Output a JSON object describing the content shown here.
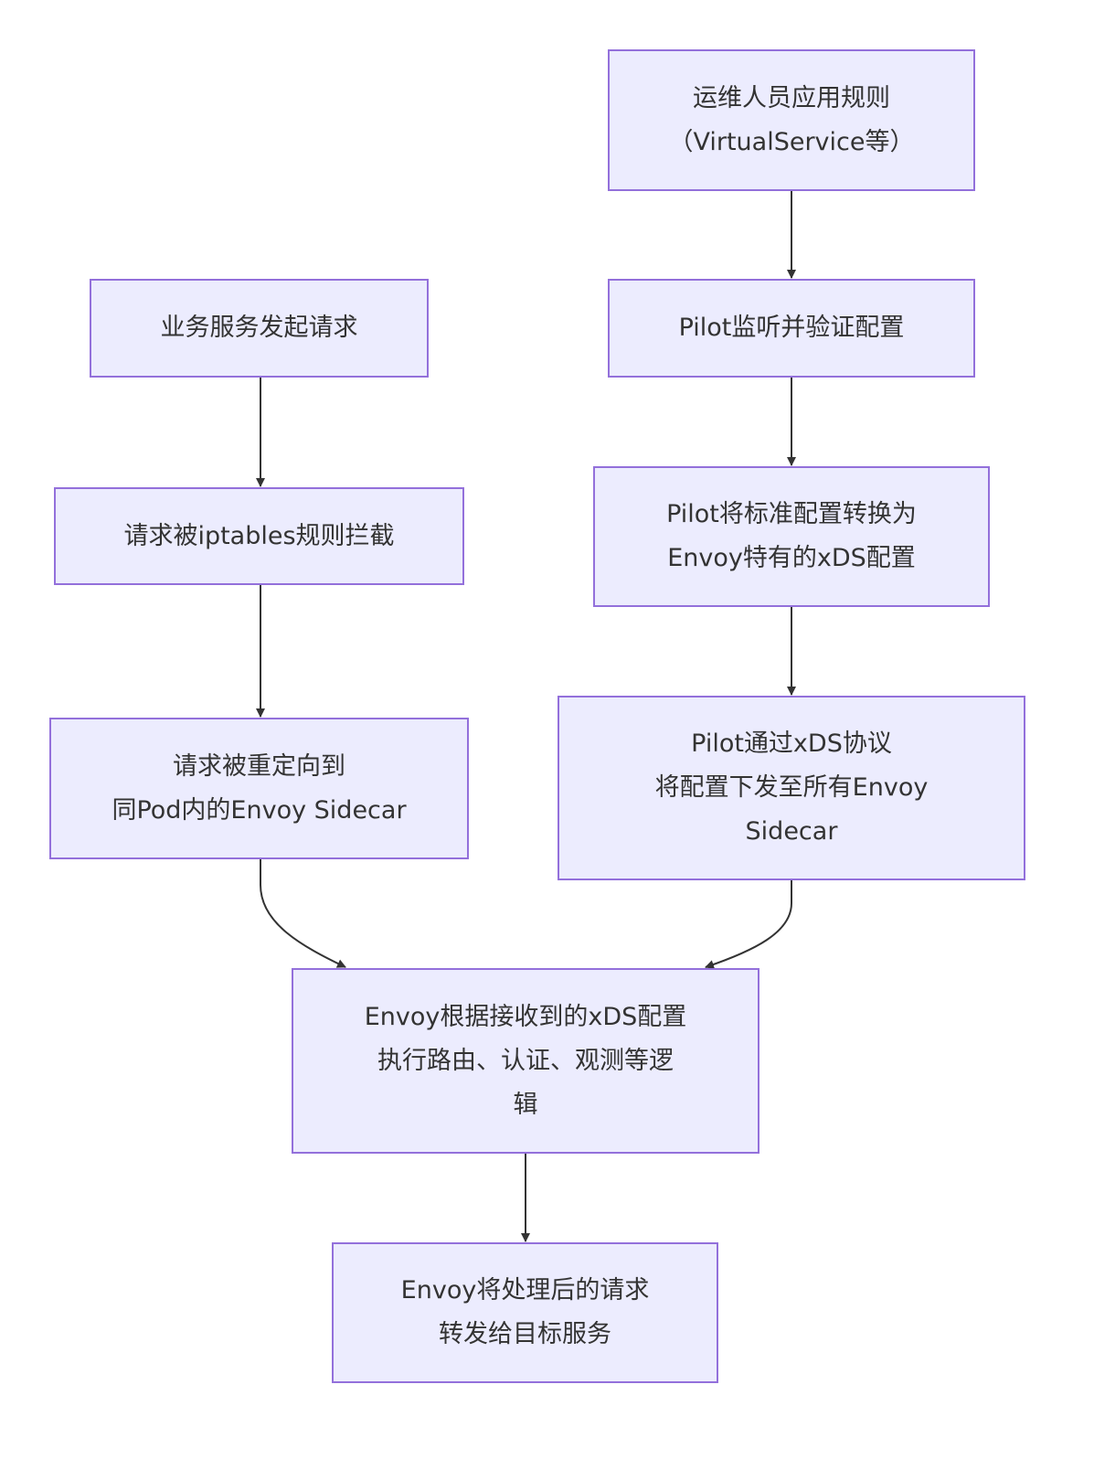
{
  "colors": {
    "node_fill": "#ececfe",
    "node_border": "#9370db",
    "edge": "#333333",
    "text": "#333333"
  },
  "nodes": {
    "ops_apply": {
      "lines": [
        "运维人员应用规则",
        "（VirtualService等）"
      ]
    },
    "pilot_watch": {
      "lines": [
        "Pilot监听并验证配置"
      ]
    },
    "pilot_convert": {
      "lines": [
        "Pilot将标准配置转换为",
        "Envoy特有的xDS配置"
      ]
    },
    "pilot_push": {
      "lines": [
        "Pilot通过xDS协议",
        "将配置下发至所有Envoy",
        "Sidecar"
      ]
    },
    "service_request": {
      "lines": [
        "业务服务发起请求"
      ]
    },
    "iptables_intercept": {
      "lines": [
        "请求被iptables规则拦截"
      ]
    },
    "redirect_sidecar": {
      "lines": [
        "请求被重定向到",
        "同Pod内的Envoy Sidecar"
      ]
    },
    "envoy_execute": {
      "lines": [
        "Envoy根据接收到的xDS配置",
        "执行路由、认证、观测等逻",
        "辑"
      ]
    },
    "envoy_forward": {
      "lines": [
        "Envoy将处理后的请求",
        "转发给目标服务"
      ]
    }
  },
  "edges": [
    {
      "from": "ops_apply",
      "to": "pilot_watch"
    },
    {
      "from": "pilot_watch",
      "to": "pilot_convert"
    },
    {
      "from": "pilot_convert",
      "to": "pilot_push"
    },
    {
      "from": "service_request",
      "to": "iptables_intercept"
    },
    {
      "from": "iptables_intercept",
      "to": "redirect_sidecar"
    },
    {
      "from": "redirect_sidecar",
      "to": "envoy_execute"
    },
    {
      "from": "pilot_push",
      "to": "envoy_execute"
    },
    {
      "from": "envoy_execute",
      "to": "envoy_forward"
    }
  ]
}
